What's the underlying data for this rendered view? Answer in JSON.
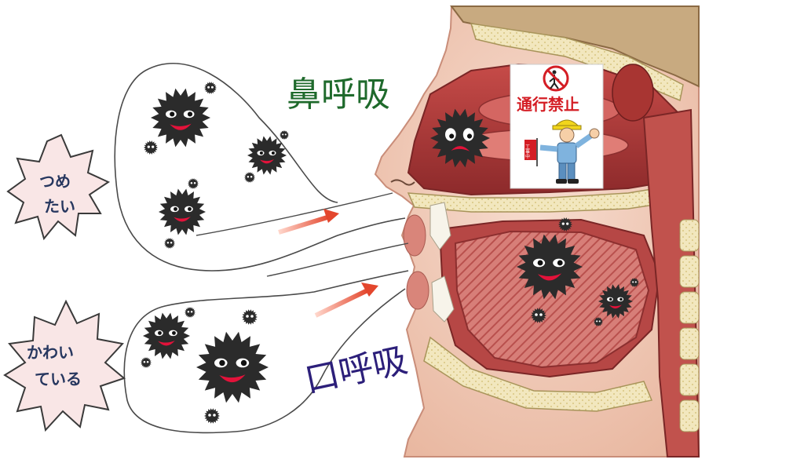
{
  "labels": {
    "nose_breathing": "鼻呼吸",
    "mouth_breathing": "口呼吸"
  },
  "bursts": {
    "top": [
      "つめ",
      "たい"
    ],
    "bottom": [
      "かわい",
      "ている"
    ]
  },
  "sign": {
    "text": "通行禁止",
    "flag_text": "工事中"
  },
  "colors": {
    "nose_label": "#1f6a2c",
    "mouth_label": "#2c1f7a",
    "burst_fill": "#f9e6e6",
    "arrow": "#e3462d",
    "germ_body": "#2b2b2b",
    "germ_mouth": "#e3123a",
    "sign_red": "#d41d24"
  }
}
